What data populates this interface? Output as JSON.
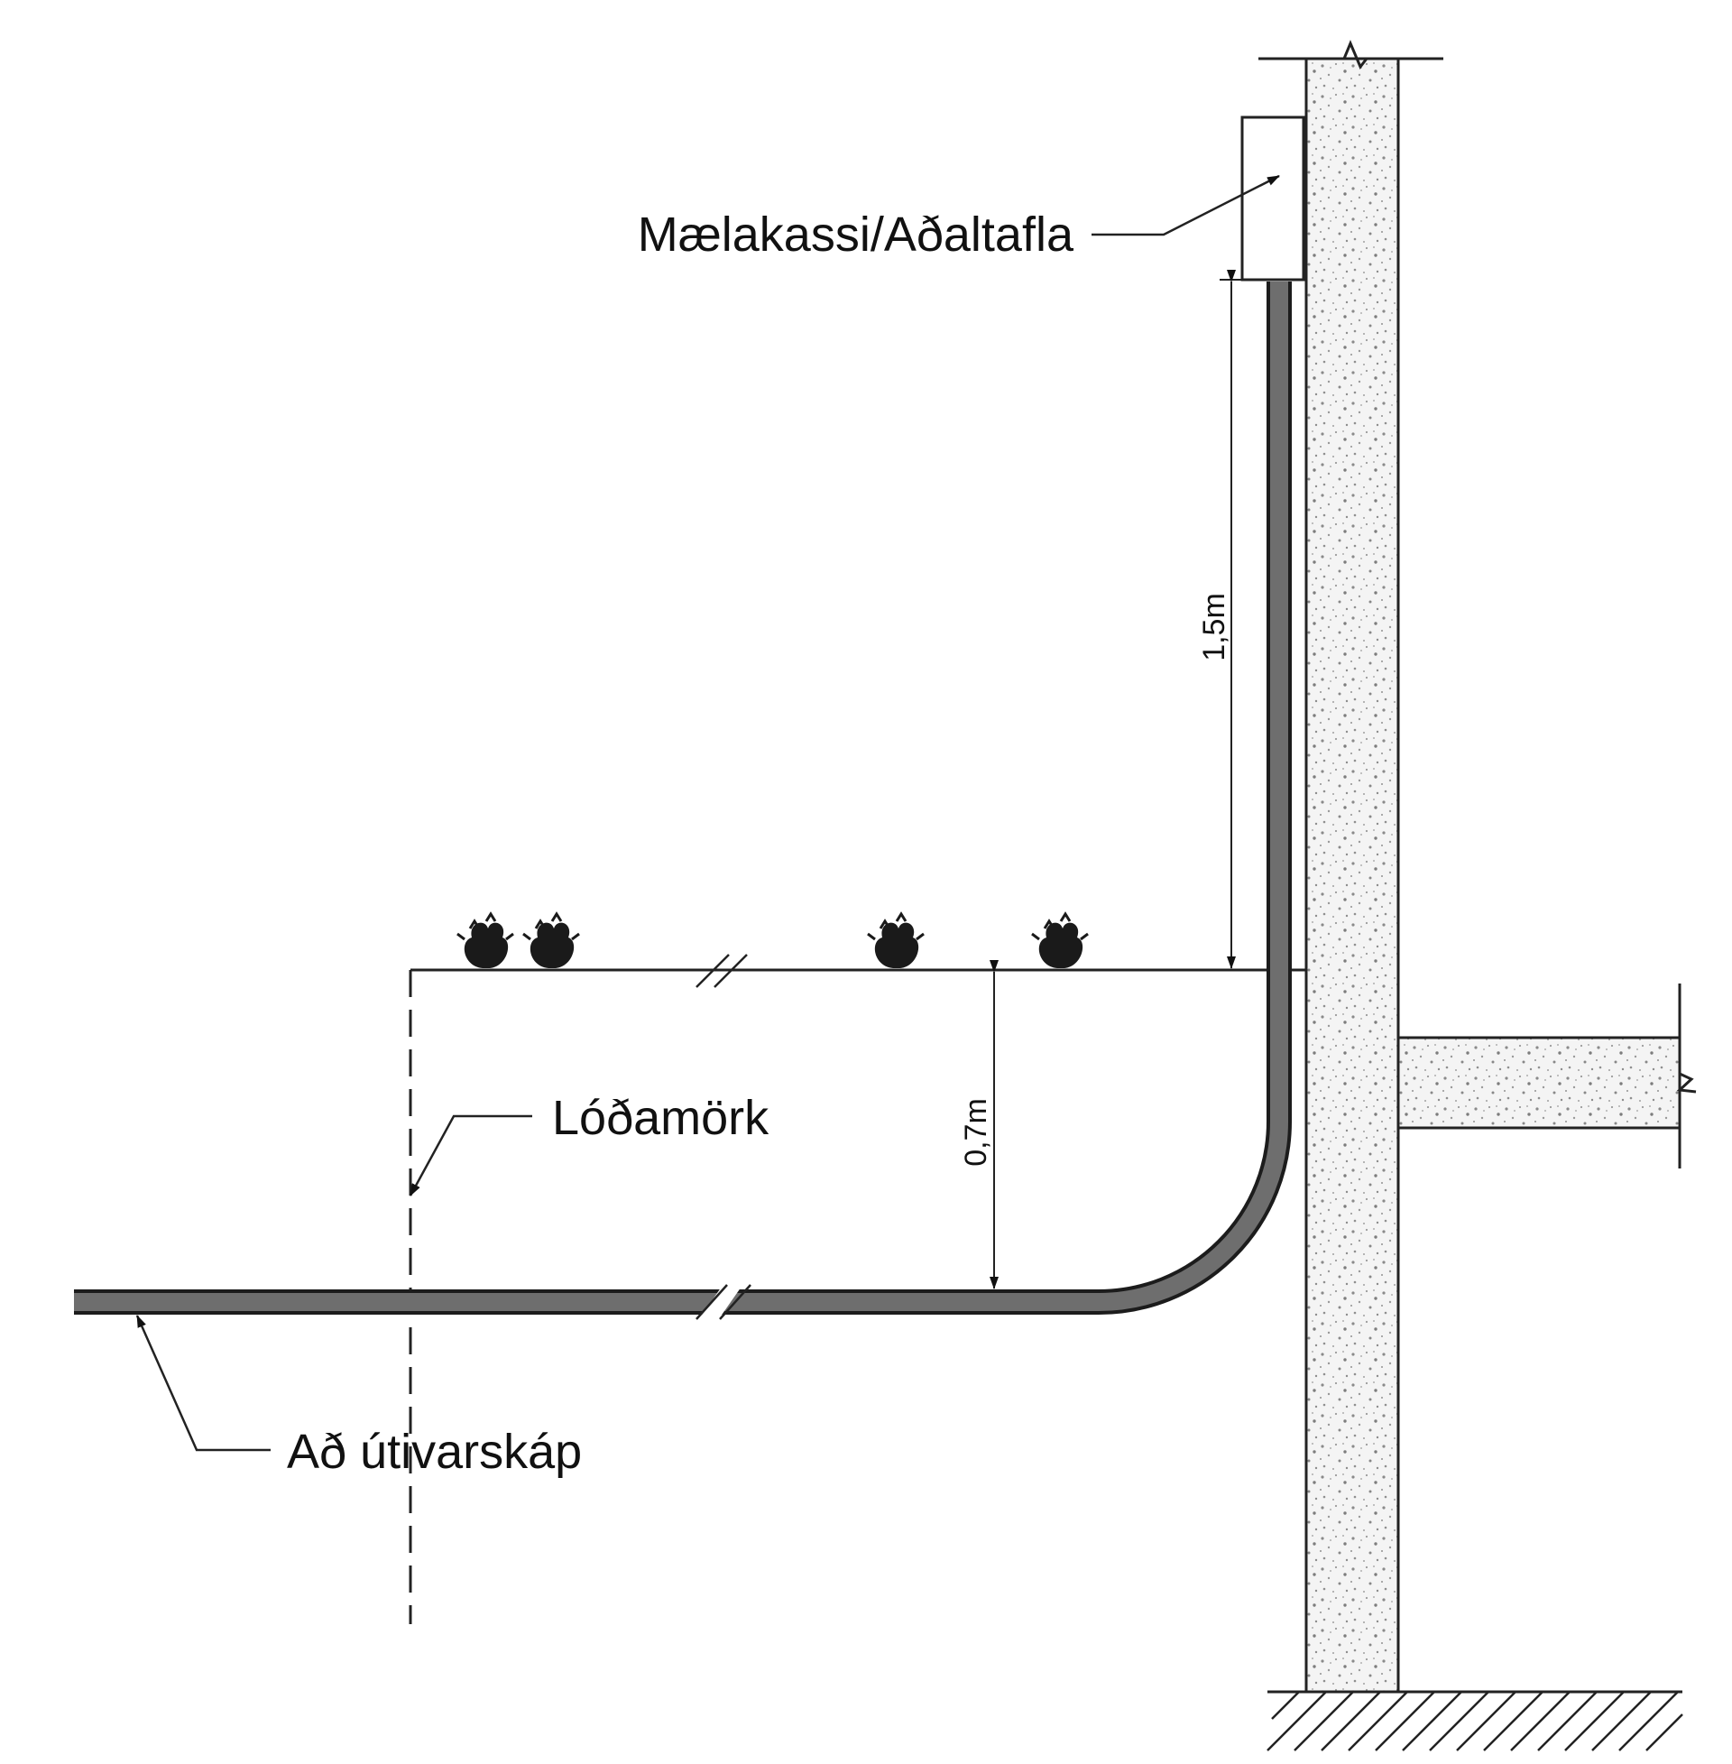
{
  "labels": {
    "meter_box": "Mælakassi/Aðaltafla",
    "property_boundary": "Lóðamörk",
    "to_outdoor_cabinet": "Að útivarskáp"
  },
  "dimensions": {
    "above_ground": "1,5m",
    "burial_depth": "0,7m"
  },
  "colors": {
    "line": "#222222",
    "cable_fill": "#6e6e6e",
    "concrete_fill": "#f2f2f2",
    "concrete_speckle": "#8a8a8a"
  }
}
